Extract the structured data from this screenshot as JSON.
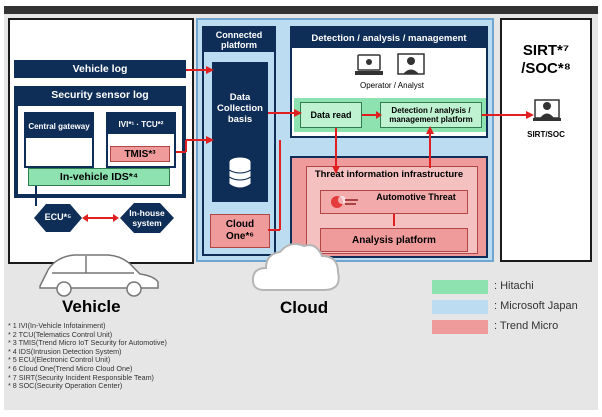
{
  "vehicle_section": {
    "vehicle_log": "Vehicle log",
    "security_sensor_log": "Security sensor log",
    "central_gateway": "Central gateway",
    "ivi_tcu": "IVI*¹ · TCU*²",
    "tmis": "TMIS*³",
    "in_vehicle_ids": "In-vehicle IDS*⁴",
    "ecu": "ECU*⁵",
    "in_house_system": "In-house system",
    "vehicle_label": "Vehicle"
  },
  "connected_platform": {
    "title": "Connected platform",
    "data_collection": "Data Collection basis",
    "cloud_one": "Cloud One*⁶"
  },
  "detection": {
    "title": "Detection / analysis / management",
    "operator": "Operator / Analyst",
    "data_read": "Data read",
    "platform": "Detection / analysis / management platform"
  },
  "threat_infra": {
    "title": "Threat information infrastructure",
    "automotive_threat": "Automotive Threat",
    "analysis_platform": "Analysis platform",
    "logo_text": "Automotive Threat"
  },
  "sirt": {
    "title_line1": "SIRT*⁷",
    "title_line2": "/SOC*⁸",
    "label": "SIRT/SOC"
  },
  "cloud_label": "Cloud",
  "legend": [
    {
      "label": ": Hitachi",
      "color": "#8de2b0"
    },
    {
      "label": ": Microsoft Japan",
      "color": "#bcdcf2"
    },
    {
      "label": ": Trend Micro",
      "color": "#ef9b9b"
    }
  ],
  "footnotes": [
    "* 1 IVI(In-Vehicle Infotainment)",
    "* 2 TCU(Telematics Control Unit)",
    "* 3 TMIS(Trend Micro IoT Security for Automotive)",
    "* 4 IDS(Intrusion Detection System)",
    "* 5 ECU(Electronic Control Unit)",
    "* 6 Cloud One(Trend Micro Cloud One)",
    "* 7 SIRT(Security Incident Responsible Team)",
    "* 8 SOC(Security Operation Center)"
  ],
  "colors": {
    "navy": "#0f2e57",
    "light_blue": "#bcdcf2",
    "arrow_red": "#e02020",
    "bg_gray": "#e6e6e6"
  }
}
